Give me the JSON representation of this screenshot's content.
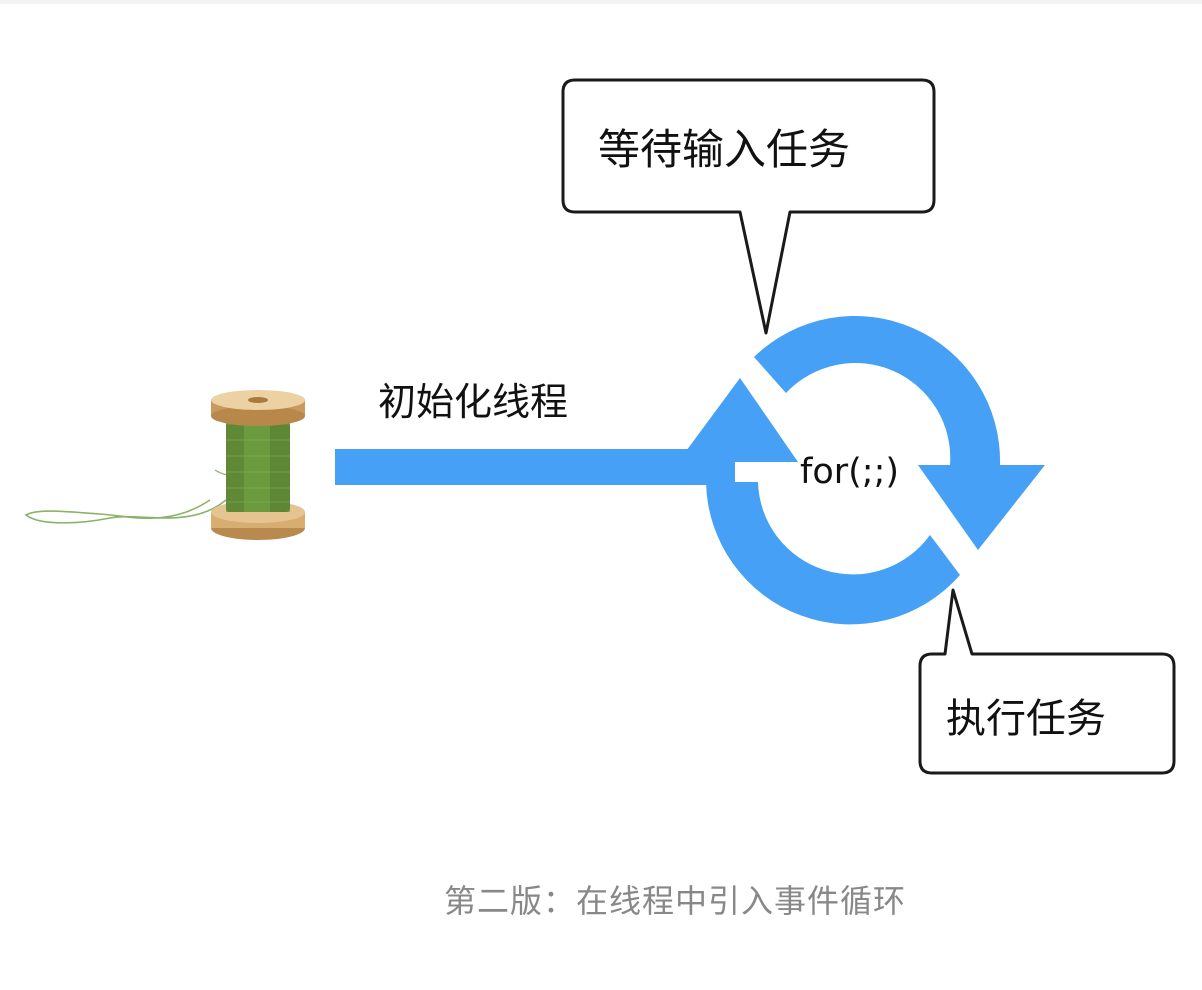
{
  "diagram": {
    "init_label": "初始化线程",
    "loop_label": "for(;;)",
    "wait_bubble": "等待输入任务",
    "exec_bubble": "执行任务",
    "arrow_color": "#46a0f5",
    "thread_color": "#6a9a42",
    "wood_color": "#d9b37a",
    "spool_icon": "thread-spool-icon",
    "loop_icon": "circular-refresh-arrows-icon"
  },
  "caption": "第二版：在线程中引入事件循环"
}
